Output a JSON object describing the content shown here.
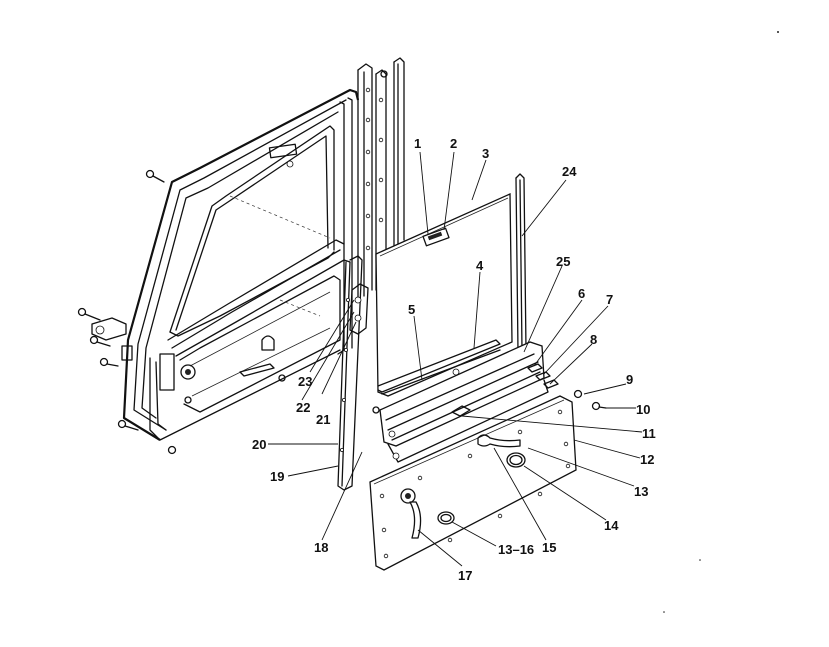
{
  "callouts": [
    {
      "id": "c1",
      "label": "1"
    },
    {
      "id": "c2",
      "label": "2"
    },
    {
      "id": "c3",
      "label": "3"
    },
    {
      "id": "c4",
      "label": "4"
    },
    {
      "id": "c5",
      "label": "5"
    },
    {
      "id": "c6",
      "label": "6"
    },
    {
      "id": "c7",
      "label": "7"
    },
    {
      "id": "c8",
      "label": "8"
    },
    {
      "id": "c9",
      "label": "9"
    },
    {
      "id": "c10",
      "label": "10"
    },
    {
      "id": "c11",
      "label": "11"
    },
    {
      "id": "c12",
      "label": "12"
    },
    {
      "id": "c13",
      "label": "13"
    },
    {
      "id": "c14",
      "label": "14"
    },
    {
      "id": "c15",
      "label": "15"
    },
    {
      "id": "c1316",
      "label": "13–16"
    },
    {
      "id": "c17",
      "label": "17"
    },
    {
      "id": "c18",
      "label": "18"
    },
    {
      "id": "c19",
      "label": "19"
    },
    {
      "id": "c20",
      "label": "20"
    },
    {
      "id": "c21",
      "label": "21"
    },
    {
      "id": "c22",
      "label": "22"
    },
    {
      "id": "c23",
      "label": "23"
    },
    {
      "id": "c24",
      "label": "24"
    },
    {
      "id": "c25",
      "label": "25"
    }
  ]
}
